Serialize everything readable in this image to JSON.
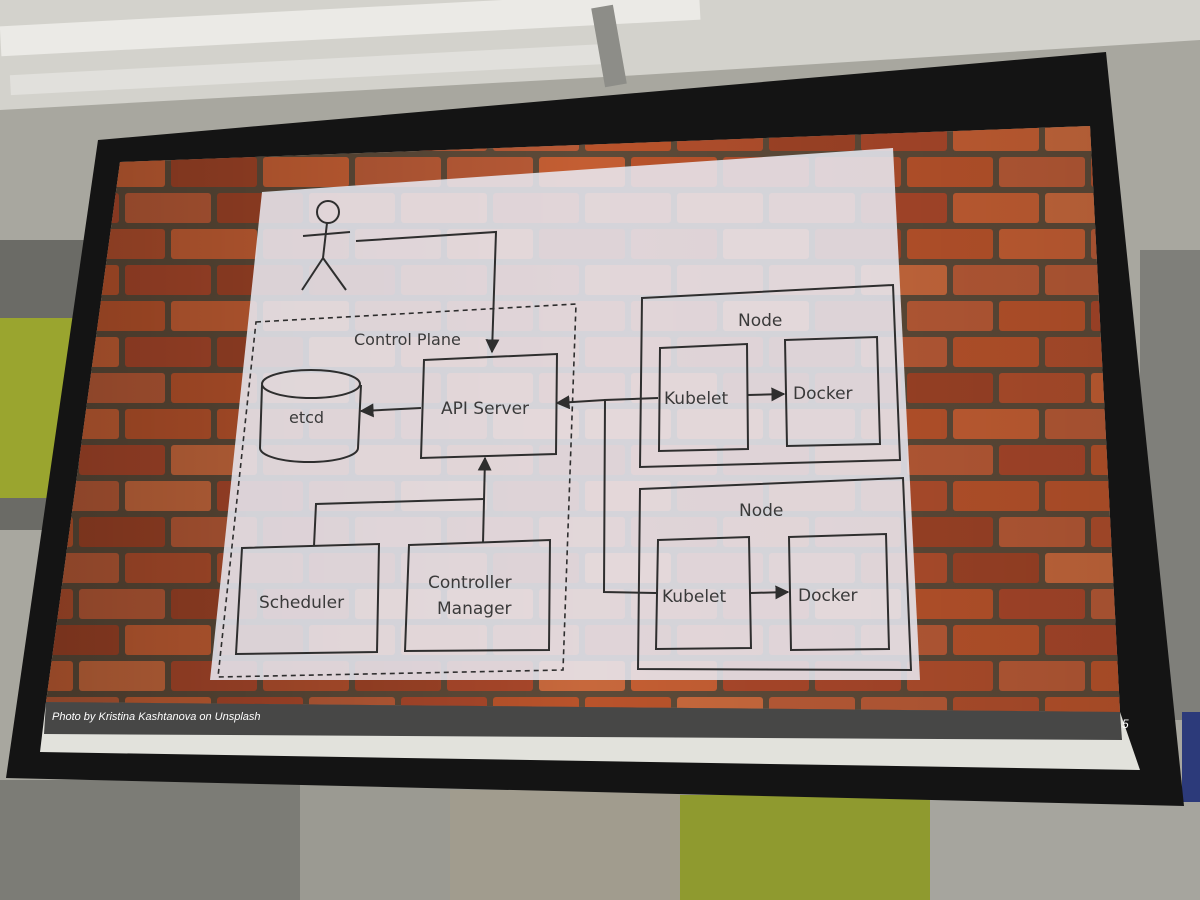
{
  "slide": {
    "diagram": {
      "control_plane_label": "Control Plane",
      "api_server": "API Server",
      "etcd": "etcd",
      "scheduler": "Scheduler",
      "controller_manager_line1": "Controller",
      "controller_manager_line2": "Manager",
      "node_label_1": "Node",
      "node_label_2": "Node",
      "kubelet_1": "Kubelet",
      "kubelet_2": "Kubelet",
      "docker_1": "Docker",
      "docker_2": "Docker"
    },
    "photo_credit": "Photo by Kristina Kashtanova on Unsplash",
    "page_number": "5"
  },
  "colors": {
    "brick": "#b9532b",
    "mortar": "#5d4a38",
    "diagram_panel": "#e9ebf4",
    "diagram_line": "#2e2e2e",
    "screen_frame": "#141414",
    "wall": "#b9b7ad"
  }
}
